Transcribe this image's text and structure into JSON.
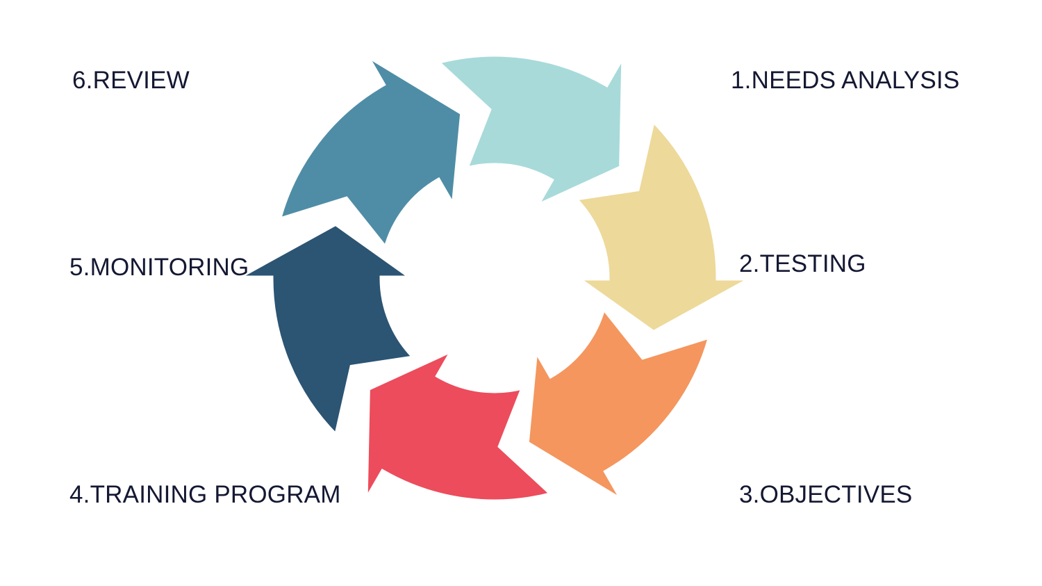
{
  "diagram": {
    "type": "cycle",
    "direction": "clockwise",
    "steps": [
      {
        "label": "1.NEEDS ANALYSIS",
        "color": "#EDD99A"
      },
      {
        "label": "2.TESTING",
        "color": "#F4965E"
      },
      {
        "label": "3.OBJECTIVES",
        "color": "#EC4C5C"
      },
      {
        "label": "4.TRAINING PROGRAM",
        "color": "#2C5473"
      },
      {
        "label": "5.MONITORING",
        "color": "#4F8DA6"
      },
      {
        "label": "6.REVIEW",
        "color": "#A8DADA"
      }
    ]
  }
}
